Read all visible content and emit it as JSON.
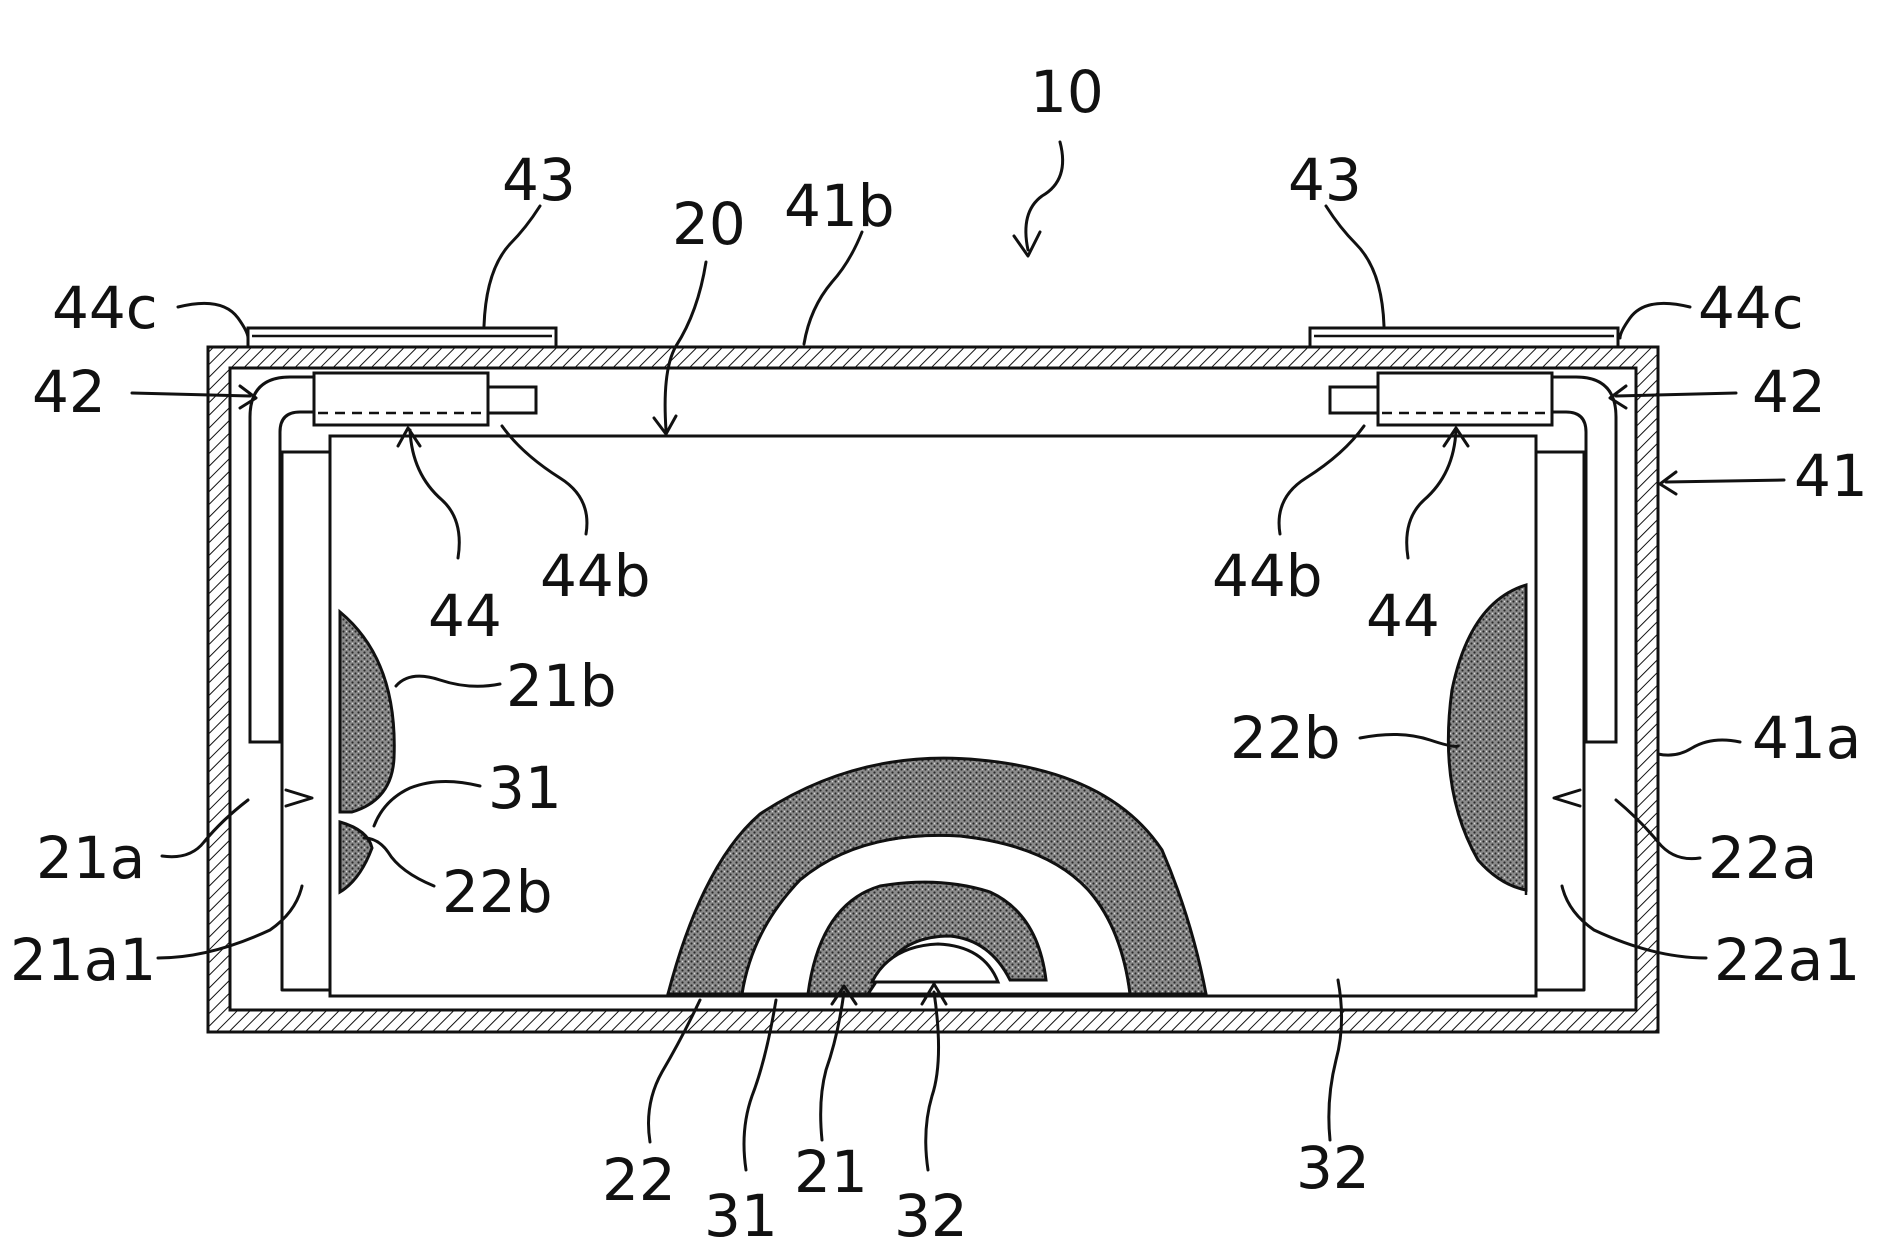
{
  "figure": {
    "labels": {
      "device": "10",
      "electrode_body": "20",
      "lid": "41b",
      "terminal_left": "43",
      "terminal_right": "43",
      "contact_left": "44c",
      "contact_right": "44c",
      "lead_left": "42",
      "lead_right": "42",
      "case": "41",
      "case_side": "41a",
      "insulator_left": "44",
      "insulator_right": "44",
      "insulator_edge_left": "44b",
      "insulator_edge_right": "44b",
      "joint_21b": "21b",
      "joint_22b_left": "22b",
      "joint_22b_right": "22b",
      "separator_31_left": "31",
      "tab_21a": "21a",
      "tab_22a": "22a",
      "tab_21a1": "21a1",
      "tab_22a1": "22a1",
      "bottom_22": "22",
      "bottom_31": "31",
      "bottom_21": "21",
      "bottom_32": "32",
      "right_32": "32"
    }
  }
}
